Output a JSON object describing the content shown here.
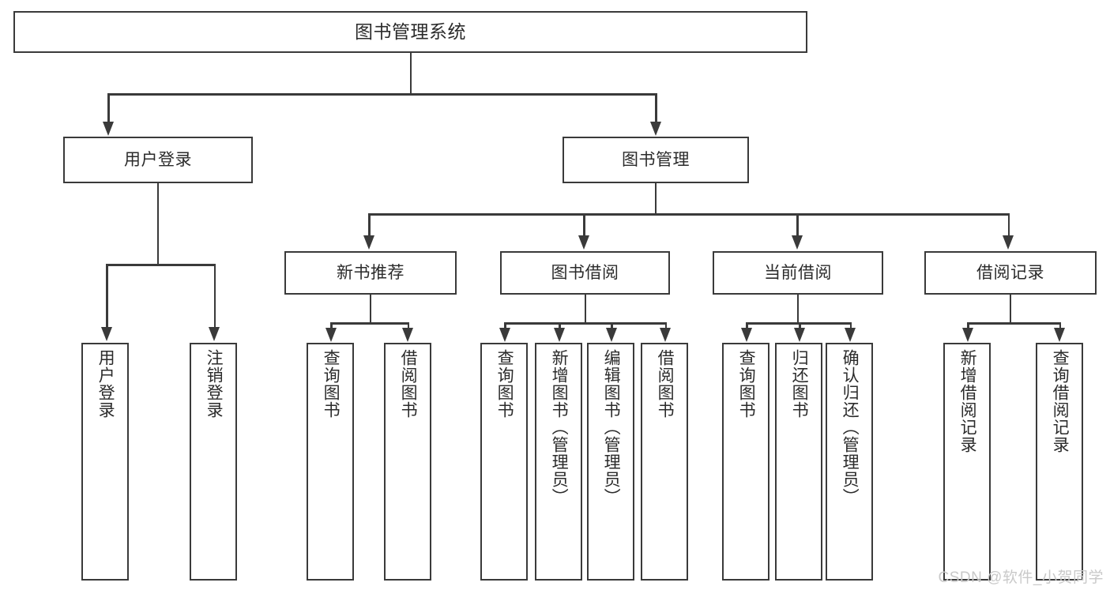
{
  "diagram": {
    "title": "图书管理系统",
    "type": "hierarchy-tree",
    "root": {
      "id": "root",
      "label": "图书管理系统"
    },
    "level2": [
      {
        "id": "user-login",
        "label": "用户登录"
      },
      {
        "id": "book-management",
        "label": "图书管理"
      }
    ],
    "level3": [
      {
        "id": "new-book-recommend",
        "label": "新书推荐"
      },
      {
        "id": "book-borrow",
        "label": "图书借阅"
      },
      {
        "id": "current-borrow",
        "label": "当前借阅"
      },
      {
        "id": "borrow-record",
        "label": "借阅记录"
      }
    ],
    "leaves": {
      "user_login": [
        {
          "id": "leaf-user-login",
          "label": "用户登录"
        },
        {
          "id": "leaf-logout-login",
          "label": "注销登录"
        }
      ],
      "new_book_recommend": [
        {
          "id": "leaf-query-book-1",
          "label": "查询图书"
        },
        {
          "id": "leaf-borrow-book-1",
          "label": "借阅图书"
        }
      ],
      "book_borrow": [
        {
          "id": "leaf-query-book-2",
          "label": "查询图书"
        },
        {
          "id": "leaf-add-book-admin",
          "label": "新增图书（管理员）"
        },
        {
          "id": "leaf-edit-book-admin",
          "label": "编辑图书（管理员）"
        },
        {
          "id": "leaf-borrow-book-2",
          "label": "借阅图书"
        }
      ],
      "current_borrow": [
        {
          "id": "leaf-query-book-3",
          "label": "查询图书"
        },
        {
          "id": "leaf-return-book",
          "label": "归还图书"
        },
        {
          "id": "leaf-confirm-return-admin",
          "label": "确认归还（管理员）"
        }
      ],
      "borrow_record": [
        {
          "id": "leaf-add-borrow-record",
          "label": "新增借阅记录"
        },
        {
          "id": "leaf-query-borrow-record",
          "label": "查询借阅记录"
        }
      ]
    }
  },
  "watermark": {
    "text": "CSDN @软件_小贺同学"
  },
  "colors": {
    "stroke": "#3a3a3a",
    "text": "#2b2b2b",
    "background": "#ffffff",
    "watermark": "#c9c9c9"
  }
}
